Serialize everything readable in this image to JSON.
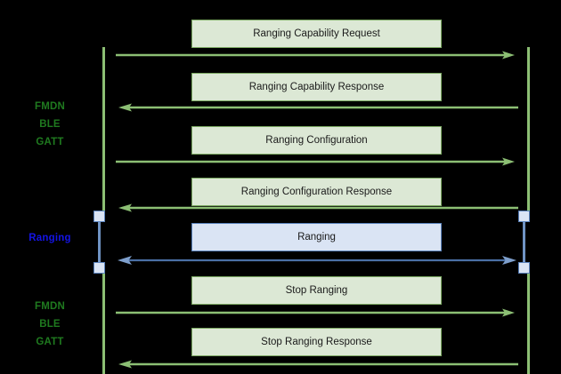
{
  "diagram": {
    "title": "Ranging sequence diagram",
    "background_color": "#000000",
    "colors": {
      "green_line": "#8cbf74",
      "green_box_fill": "#dce8d5",
      "green_box_border": "#7ba862",
      "green_label_text": "#1f7a1f",
      "blue_line": "#4a6fa5",
      "blue_box_fill": "#dae4f4",
      "blue_box_border": "#5b83bd",
      "blue_label_text": "#1414e6",
      "box_text": "#1a1a1a"
    }
  },
  "phase_labels": [
    {
      "id": "phase-fmdn-ble-gatt-top",
      "text": "FMDN\nBLE\nGATT",
      "color_key": "green"
    },
    {
      "id": "phase-ranging",
      "text": "Ranging",
      "color_key": "blue"
    },
    {
      "id": "phase-fmdn-ble-gatt-bottom",
      "text": "FMDN\nBLE\nGATT",
      "color_key": "green"
    }
  ],
  "messages": [
    {
      "id": "msg-ranging-capability-request",
      "label": "Ranging Capability Request",
      "style": "green",
      "direction": "right"
    },
    {
      "id": "msg-ranging-capability-response",
      "label": "Ranging Capability Response",
      "style": "green",
      "direction": "left"
    },
    {
      "id": "msg-ranging-configuration",
      "label": "Ranging Configuration",
      "style": "green",
      "direction": "right"
    },
    {
      "id": "msg-ranging-configuration-response",
      "label": "Ranging Configuration Response",
      "style": "green",
      "direction": "left"
    },
    {
      "id": "msg-ranging",
      "label": "Ranging",
      "style": "blue",
      "direction": "both"
    },
    {
      "id": "msg-stop-ranging",
      "label": "Stop Ranging",
      "style": "green",
      "direction": "right"
    },
    {
      "id": "msg-stop-ranging-response",
      "label": "Stop Ranging Response",
      "style": "green",
      "direction": "left"
    }
  ],
  "lifelines": [
    {
      "id": "lifeline-left",
      "role": "initiator"
    },
    {
      "id": "lifeline-right",
      "role": "responder"
    }
  ],
  "activation_markers": [
    {
      "id": "activation-left-start",
      "side": "left"
    },
    {
      "id": "activation-left-end",
      "side": "left"
    },
    {
      "id": "activation-right-start",
      "side": "right"
    },
    {
      "id": "activation-right-end",
      "side": "right"
    }
  ]
}
